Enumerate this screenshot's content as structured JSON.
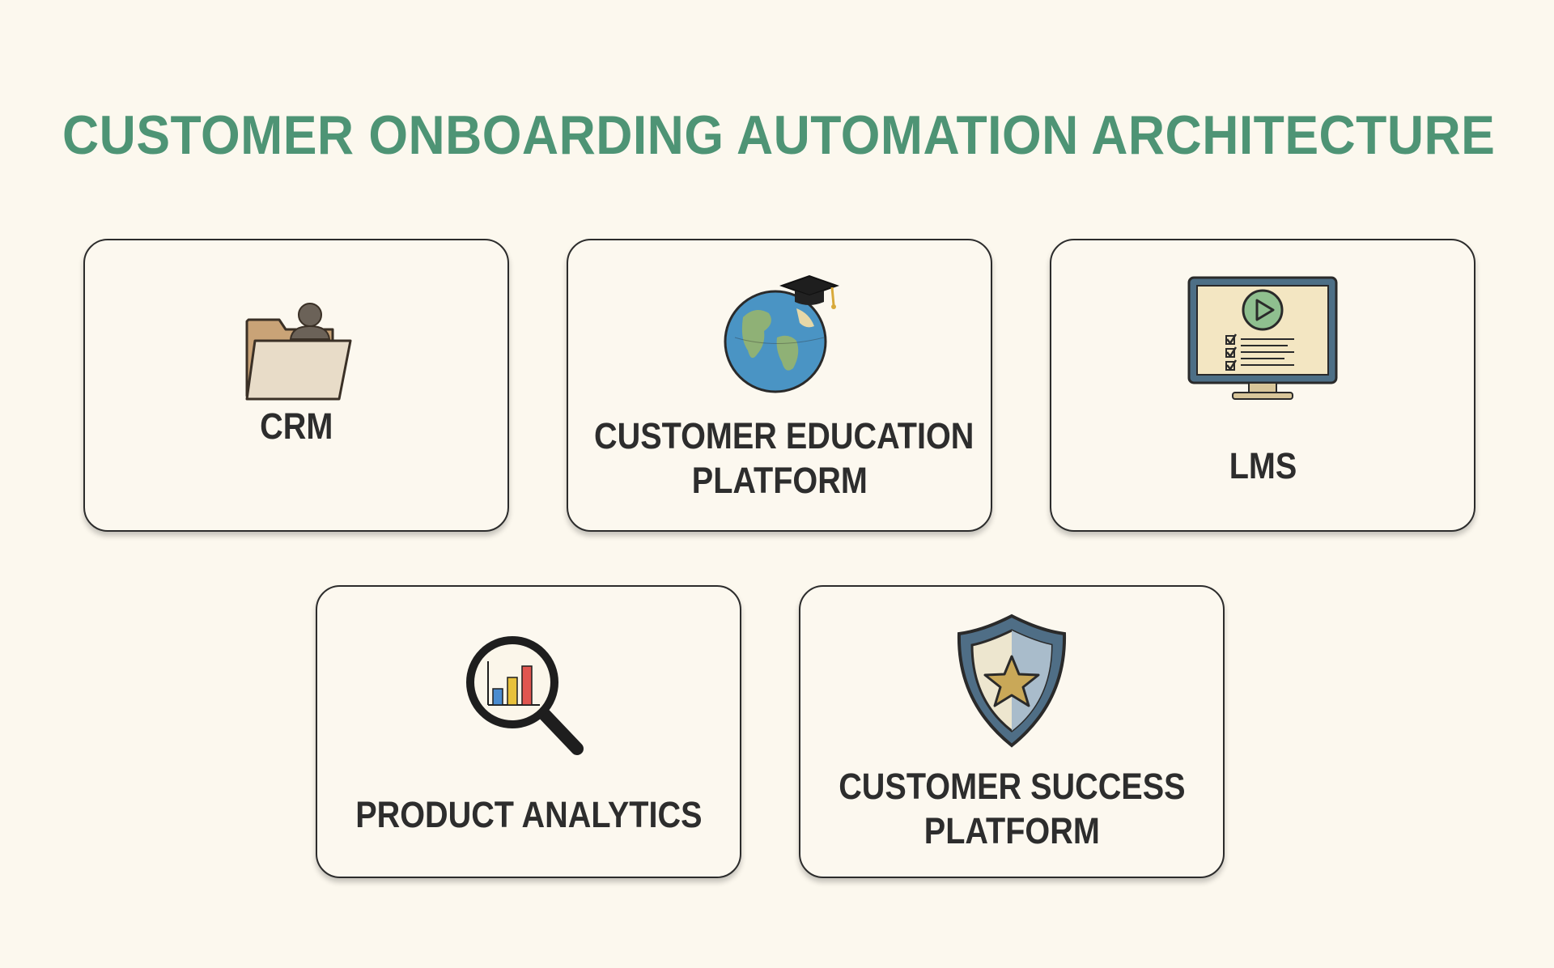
{
  "title": "CUSTOMER ONBOARDING AUTOMATION ARCHITECTURE",
  "colors": {
    "background": "#fcf8ee",
    "title": "#4e9475",
    "card_border": "#2c2c2c",
    "label_text": "#2d2d2d"
  },
  "components": [
    {
      "id": "crm",
      "label_lines": [
        "CRM"
      ],
      "icon": "person-folder-icon"
    },
    {
      "id": "customer-education-platform",
      "label_lines": [
        "CUSTOMER EDUCATION",
        "PLATFORM"
      ],
      "icon": "globe-graduation-cap-icon"
    },
    {
      "id": "lms",
      "label_lines": [
        "LMS"
      ],
      "icon": "monitor-video-checklist-icon"
    },
    {
      "id": "product-analytics",
      "label_lines": [
        "PRODUCT ANALYTICS"
      ],
      "icon": "magnifier-bar-chart-icon"
    },
    {
      "id": "customer-success-platform",
      "label_lines": [
        "CUSTOMER SUCCESS",
        "PLATFORM"
      ],
      "icon": "shield-star-icon"
    }
  ]
}
